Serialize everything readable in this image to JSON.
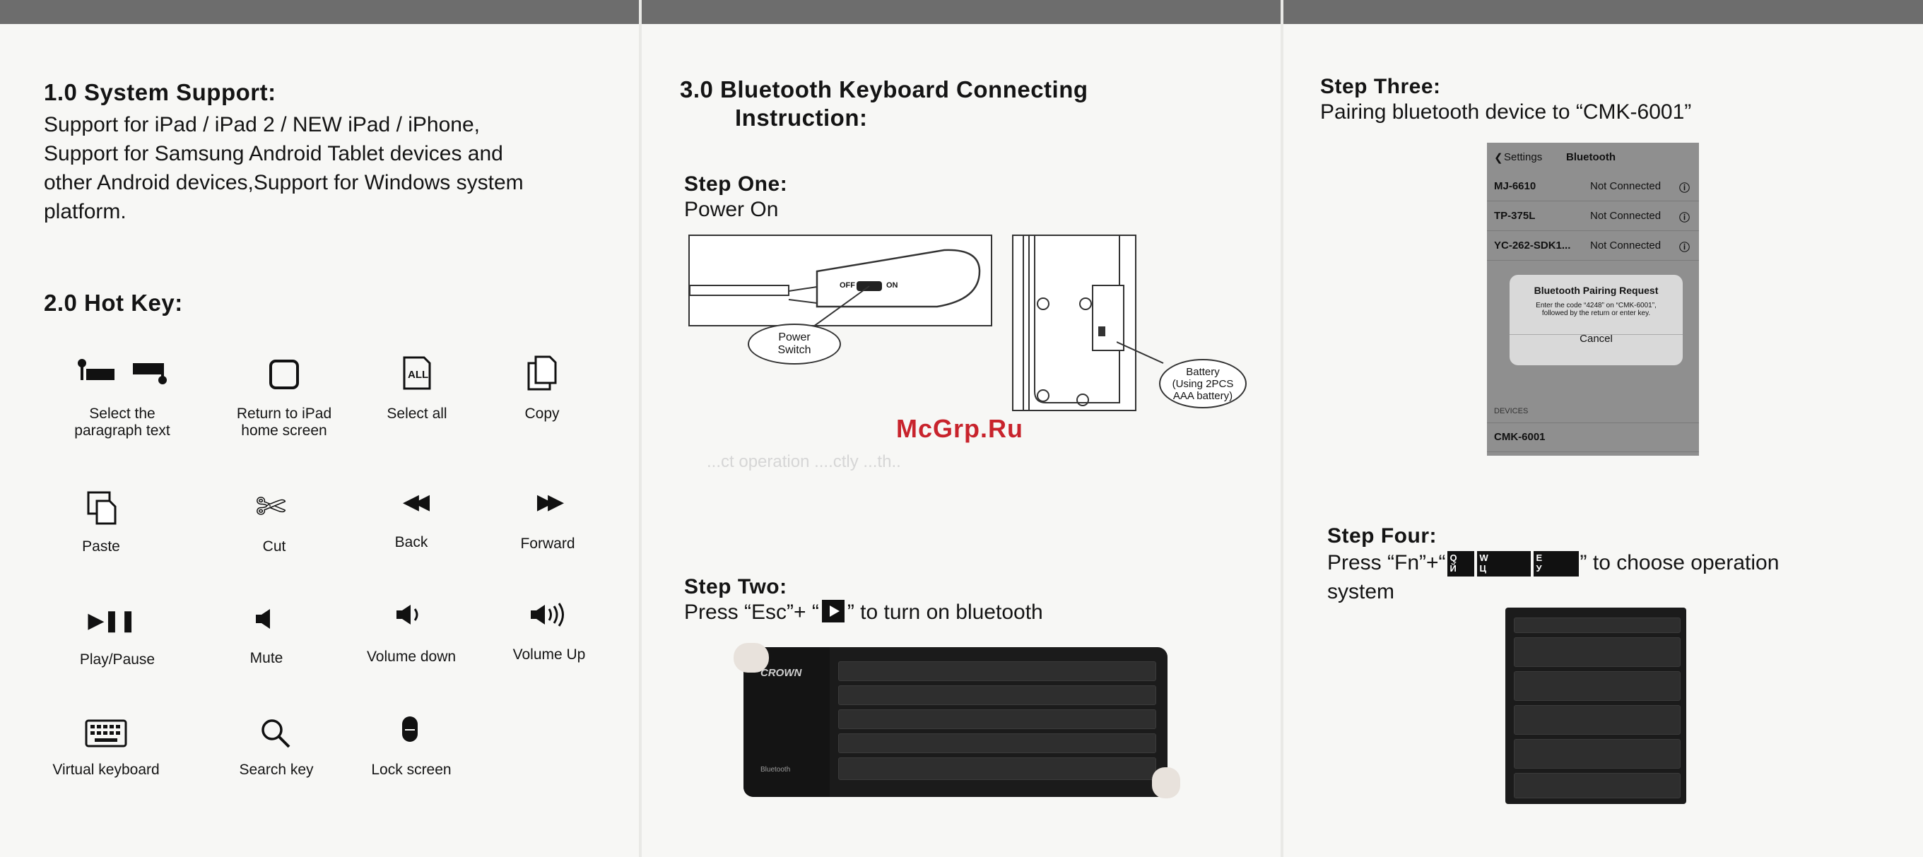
{
  "watermark": "McGrp.Ru",
  "col1": {
    "section1_title": "1.0 System Support:",
    "section1_lines": [
      "Support for iPad / iPad 2 / NEW iPad / iPhone,",
      "Support for Samsung Android Tablet devices and",
      "other Android devices,Support for Windows system",
      "platform."
    ],
    "section2_title": "2.0 Hot Key:",
    "hotkeys": [
      {
        "label_1": "Select the",
        "label_2": "paragraph text",
        "icon": "select-paragraph-icon"
      },
      {
        "label_1": "Return to iPad",
        "label_2": "home screen",
        "icon": "home-square-icon"
      },
      {
        "label_1": "Select all",
        "label_2": "",
        "icon": "select-all-icon",
        "glyph": "ALL"
      },
      {
        "label_1": "Copy",
        "label_2": "",
        "icon": "copy-icon"
      },
      {
        "label_1": "Paste",
        "label_2": "",
        "icon": "paste-icon"
      },
      {
        "label_1": "Cut",
        "label_2": "",
        "icon": "scissors-icon",
        "glyph": "✄"
      },
      {
        "label_1": "Back",
        "label_2": "",
        "icon": "rewind-icon",
        "glyph": "◀◀"
      },
      {
        "label_1": "Forward",
        "label_2": "",
        "icon": "fast-forward-icon",
        "glyph": "▶▶"
      },
      {
        "label_1": "Play/Pause",
        "label_2": "",
        "icon": "play-pause-icon",
        "glyph": "▶❚❚"
      },
      {
        "label_1": "Mute",
        "label_2": "",
        "icon": "speaker-mute-icon"
      },
      {
        "label_1": "Volume  down",
        "label_2": "",
        "icon": "volume-down-icon"
      },
      {
        "label_1": "Volume Up",
        "label_2": "",
        "icon": "volume-up-icon"
      },
      {
        "label_1": "Virtual keyboard",
        "label_2": "",
        "icon": "keyboard-icon"
      },
      {
        "label_1": "Search  key",
        "label_2": "",
        "icon": "magnifier-icon"
      },
      {
        "label_1": "Lock screen",
        "label_2": "",
        "icon": "lock-icon"
      }
    ]
  },
  "col2": {
    "title_1": "3.0  Bluetooth Keyboard Connecting",
    "title_2": "Instruction:",
    "step1_title": "Step One:",
    "step1_text": "Power On",
    "switch_off": "OFF",
    "switch_on": "ON",
    "power_switch_1": "Power",
    "power_switch_2": "Switch",
    "battery_1": "Battery",
    "battery_2": "(Using 2PCS",
    "battery_3": "AAA battery)",
    "faint_text_1": "...ct operation ....ctly ...th..",
    "step2_title": "Step Two:",
    "step2_text_pre": "Press “Esc”+ “",
    "step2_text_post": "” to turn on bluetooth",
    "kb_brand": "CROWN",
    "kb_bt": "Bluetooth"
  },
  "col3": {
    "step3_title": "Step Three:",
    "step3_text": "Pairing bluetooth device to “CMK-6001”",
    "phone": {
      "back": "Settings",
      "title": "Bluetooth",
      "devices": [
        {
          "name": "MJ-6610",
          "status": "Not Connected"
        },
        {
          "name": "TP-375L",
          "status": "Not Connected"
        },
        {
          "name": "YC-262-SDK1...",
          "status": "Not Connected"
        }
      ],
      "dialog_title": "Bluetooth Pairing Request",
      "dialog_line1": "Enter the code “4248” on “CMK-6001”,",
      "dialog_line2": "followed by the return or enter key.",
      "dialog_cancel": "Cancel",
      "section_devices": "DEVICES",
      "target_device": "CMK-6001"
    },
    "step4_title": "Step Four:",
    "step4_pre": "Press “Fn”+“",
    "step4_post": "” to choose operation",
    "step4_line2": "system",
    "keys": [
      {
        "top": "Q",
        "bottom": "Й"
      },
      {
        "top": "W",
        "bottom": "Ц"
      },
      {
        "top": "E",
        "bottom": "У"
      }
    ]
  }
}
